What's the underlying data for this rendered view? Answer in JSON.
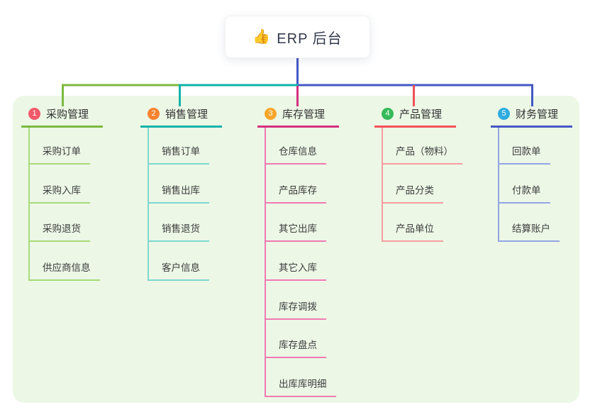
{
  "root": {
    "icon": "👍",
    "title": "ERP 后台",
    "connector_color": "#4457c5"
  },
  "panel_color": "#ecf7e6",
  "branches": [
    {
      "num": "1",
      "label": "采购管理",
      "color": "#7cbb3f",
      "tint": "#a9da79",
      "badge_color": "#f2596a",
      "items": [
        "采购订单",
        "采购入库",
        "采购退货",
        "供应商信息"
      ]
    },
    {
      "num": "2",
      "label": "销售管理",
      "color": "#0fb3ab",
      "tint": "#7ed8d0",
      "badge_color": "#f6822f",
      "items": [
        "销售订单",
        "销售出库",
        "销售退货",
        "客户信息"
      ]
    },
    {
      "num": "3",
      "label": "库存管理",
      "color": "#d5307f",
      "tint": "#f07ab2",
      "badge_color": "#f8a62a",
      "items": [
        "仓库信息",
        "产品库存",
        "其它出库",
        "其它入库",
        "库存调拨",
        "库存盘点",
        "出库库明细"
      ]
    },
    {
      "num": "4",
      "label": "产品管理",
      "color": "#f35158",
      "tint": "#f89da1",
      "badge_color": "#36b95a",
      "items": [
        "产品（物料）",
        "产品分类",
        "产品单位"
      ]
    },
    {
      "num": "5",
      "label": "财务管理",
      "color": "#4457c5",
      "tint": "#93a5e2",
      "badge_color": "#2facdf",
      "items": [
        "回款单",
        "付款单",
        "结算账户"
      ]
    }
  ]
}
